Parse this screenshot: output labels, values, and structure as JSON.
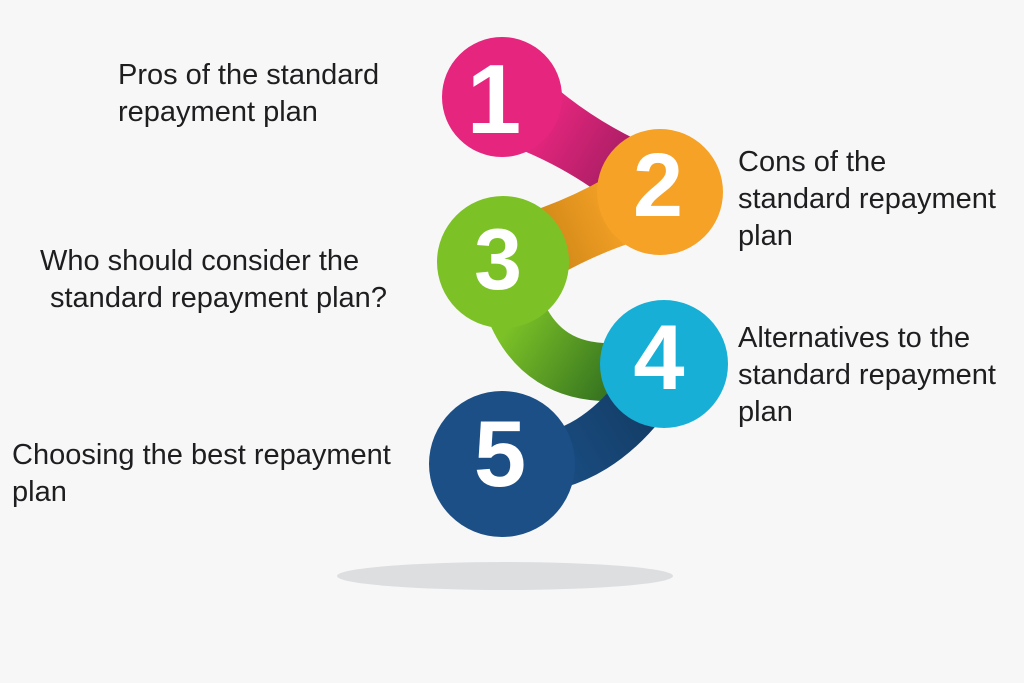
{
  "canvas": {
    "background": "#f7f7f8",
    "shadow_color": "#dcdee0",
    "number_color": "#ffffff",
    "text_color": "#1e1e20"
  },
  "items": [
    {
      "number": "1",
      "color": "#e6267e",
      "dark": "#951b5c",
      "lines": [
        "Pros of the standard",
        "repayment plan"
      ]
    },
    {
      "number": "2",
      "color": "#f5a227",
      "dark": "#c07c10",
      "lines": [
        "Cons of the",
        "standard repayment",
        "plan"
      ]
    },
    {
      "number": "3",
      "color": "#7cc227",
      "dark": "#2e6b1f",
      "lines": [
        "Who should consider the",
        "standard repayment plan?"
      ]
    },
    {
      "number": "4",
      "color": "#17afd5",
      "lines": [
        "Alternatives to the",
        "standard repayment",
        "plan"
      ]
    },
    {
      "number": "5",
      "color": "#1b4f86",
      "dark": "#123a61",
      "lines": [
        "Choosing the best repayment",
        "plan"
      ]
    }
  ]
}
